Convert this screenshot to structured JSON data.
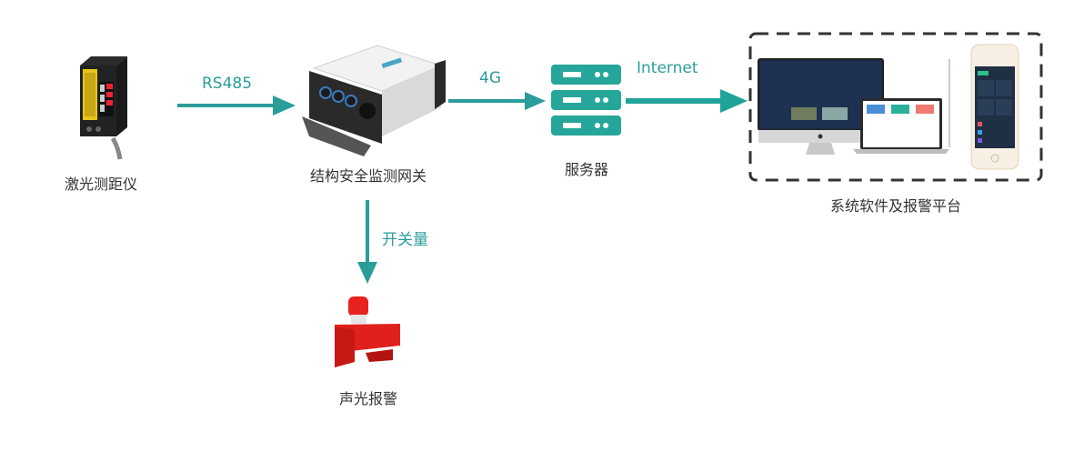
{
  "colors": {
    "accent": "#2a9d9a",
    "server": "#26a69a",
    "dashed_border": "#333333",
    "label": "#333333"
  },
  "nodes": {
    "sensor": {
      "label": "激光测距仪",
      "icon": "laser-rangefinder-icon"
    },
    "gateway": {
      "label": "结构安全监测网关",
      "icon": "gateway-device-icon"
    },
    "server": {
      "label": "服务器",
      "icon": "server-icon"
    },
    "platform": {
      "label": "系统软件及报警平台",
      "icon": "monitor-laptop-phone-icon"
    },
    "alarm": {
      "label": "声光报警",
      "icon": "siren-icon"
    }
  },
  "edges": {
    "sensor_to_gateway": {
      "label": "RS485"
    },
    "gateway_to_server": {
      "label": "4G"
    },
    "server_to_platform": {
      "label": "Internet"
    },
    "gateway_to_alarm": {
      "label": "开关量"
    }
  }
}
